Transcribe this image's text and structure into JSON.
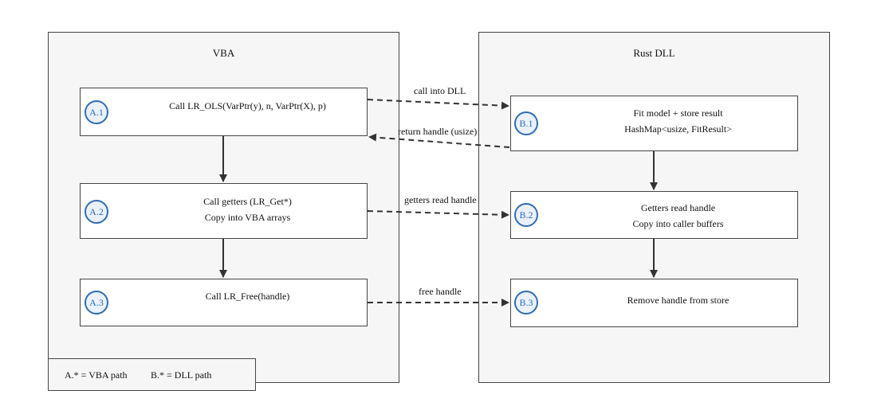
{
  "lanes": {
    "vba": {
      "title": "VBA"
    },
    "rust": {
      "title": "Rust DLL"
    }
  },
  "nodes": {
    "a1": {
      "id": "A.1",
      "lines": [
        "Call LR_OLS(VarPtr(y), n, VarPtr(X), p)"
      ]
    },
    "a2": {
      "id": "A.2",
      "lines": [
        "Call getters (LR_Get*)",
        "Copy into VBA arrays"
      ]
    },
    "a3": {
      "id": "A.3",
      "lines": [
        "Call LR_Free(handle)"
      ]
    },
    "b1": {
      "id": "B.1",
      "lines": [
        "Fit model + store result",
        "HashMap<usize, FitResult>"
      ]
    },
    "b2": {
      "id": "B.2",
      "lines": [
        "Getters read handle",
        "Copy into caller buffers"
      ]
    },
    "b3": {
      "id": "B.3",
      "lines": [
        "Remove handle from store"
      ]
    }
  },
  "edges": [
    {
      "from": "A.1",
      "to": "B.1",
      "style": "dashed",
      "label": "call into DLL"
    },
    {
      "from": "B.1",
      "to": "A.1",
      "style": "dashed",
      "label": "return handle (usize)"
    },
    {
      "from": "A.2",
      "to": "B.2",
      "style": "dashed",
      "label": "getters read handle"
    },
    {
      "from": "A.3",
      "to": "B.3",
      "style": "dashed",
      "label": "free handle"
    },
    {
      "from": "A.1",
      "to": "A.2",
      "style": "solid",
      "label": ""
    },
    {
      "from": "A.2",
      "to": "A.3",
      "style": "solid",
      "label": ""
    },
    {
      "from": "B.1",
      "to": "B.2",
      "style": "solid",
      "label": ""
    },
    {
      "from": "B.2",
      "to": "B.3",
      "style": "solid",
      "label": ""
    }
  ],
  "legend": {
    "a": "A.* = VBA path",
    "b": "B.* = DLL path"
  },
  "colors": {
    "badge": "#2f6db5",
    "badge_fill": "#eaf1fb",
    "stroke": "#333333",
    "lane_fill": "#f6f6f6"
  }
}
